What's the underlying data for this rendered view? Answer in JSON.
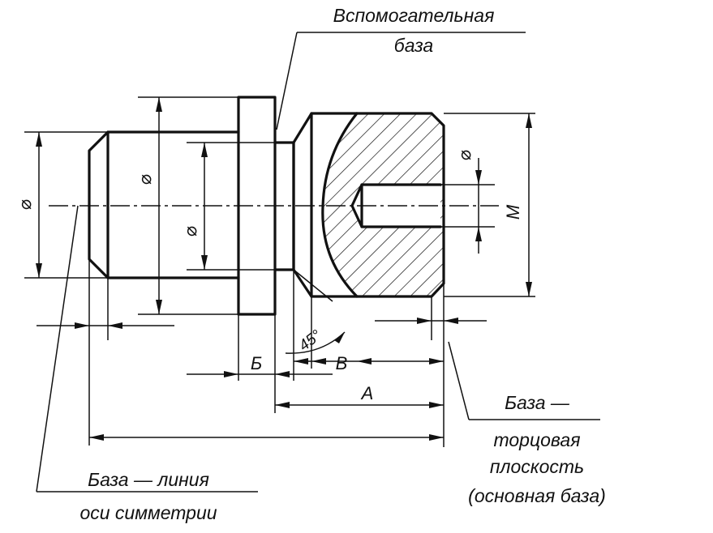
{
  "labels": {
    "auxiliary_base_line1": "Вспомогательная",
    "auxiliary_base_line2": "база",
    "end_face_base_line1": "База —",
    "end_face_base_line2": "торцовая",
    "end_face_base_line3": "плоскость",
    "end_face_base_line4": "(основная база)",
    "axis_base_line1": "База — линия",
    "axis_base_line2": "оси симметрии"
  },
  "dimensions": {
    "diameter_symbol": "⌀",
    "dim_a": "А",
    "dim_b": "Б",
    "dim_v": "В",
    "dim_m": "M",
    "chamfer_angle": "45°"
  },
  "colors": {
    "ink": "#111111",
    "paper": "#ffffff"
  }
}
